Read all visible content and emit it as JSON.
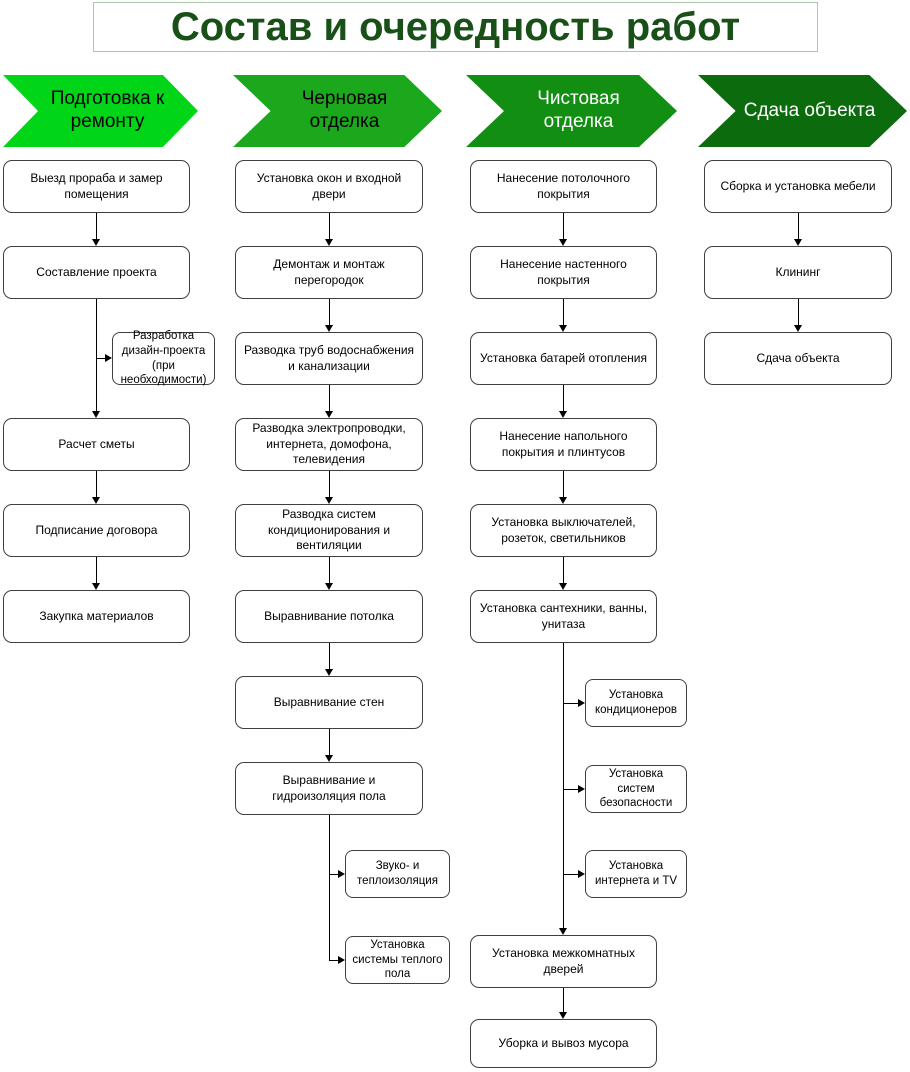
{
  "title": "Состав и очередность работ",
  "colors": {
    "title_text": "#185018",
    "title_border": "#a9c9a9",
    "box_border": "#3f3f3f",
    "connector": "#000000"
  },
  "phases": [
    {
      "label": "Подготовка к ремонту",
      "color": "#00d518",
      "text_color": "#000000",
      "steps": [
        "Выезд прораба и замер помещения",
        "Составление проекта",
        "Расчет сметы",
        "Подписание договора",
        "Закупка материалов"
      ],
      "side_steps": [
        "Разработка дизайн-проекта (при необходимости)"
      ]
    },
    {
      "label": "Черновая отделка",
      "color": "#1ca81c",
      "text_color": "#000000",
      "steps": [
        "Установка окон и входной двери",
        "Демонтаж и монтаж перегородок",
        "Разводка труб водоснабжения и канализации",
        "Разводка электропроводки, интернета, домофона, телевидения",
        "Разводка систем кондиционирования и вентиляции",
        "Выравнивание потолка",
        "Выравнивание стен",
        "Выравнивание и гидроизоляция пола"
      ],
      "side_steps": [
        "Звуко- и теплоизоляция",
        "Установка системы теплого пола"
      ]
    },
    {
      "label": "Чистовая отделка",
      "color": "#128e12",
      "text_color": "#ffffff",
      "steps": [
        "Нанесение потолочного покрытия",
        "Нанесение настенного покрытия",
        "Установка батарей отопления",
        "Нанесение напольного покрытия и плинтусов",
        "Установка выключателей, розеток, светильников",
        "Установка сантехники, ванны, унитаза",
        "Установка межкомнатных дверей",
        "Уборка и вывоз мусора"
      ],
      "side_steps": [
        "Установка кондиционеров",
        "Установка систем безопасности",
        "Установка интернета и TV"
      ]
    },
    {
      "label": "Сдача объекта",
      "color": "#0c6b0c",
      "text_color": "#ffffff",
      "steps": [
        "Сборка и установка мебели",
        "Клининг",
        "Сдача объекта"
      ],
      "side_steps": []
    }
  ]
}
